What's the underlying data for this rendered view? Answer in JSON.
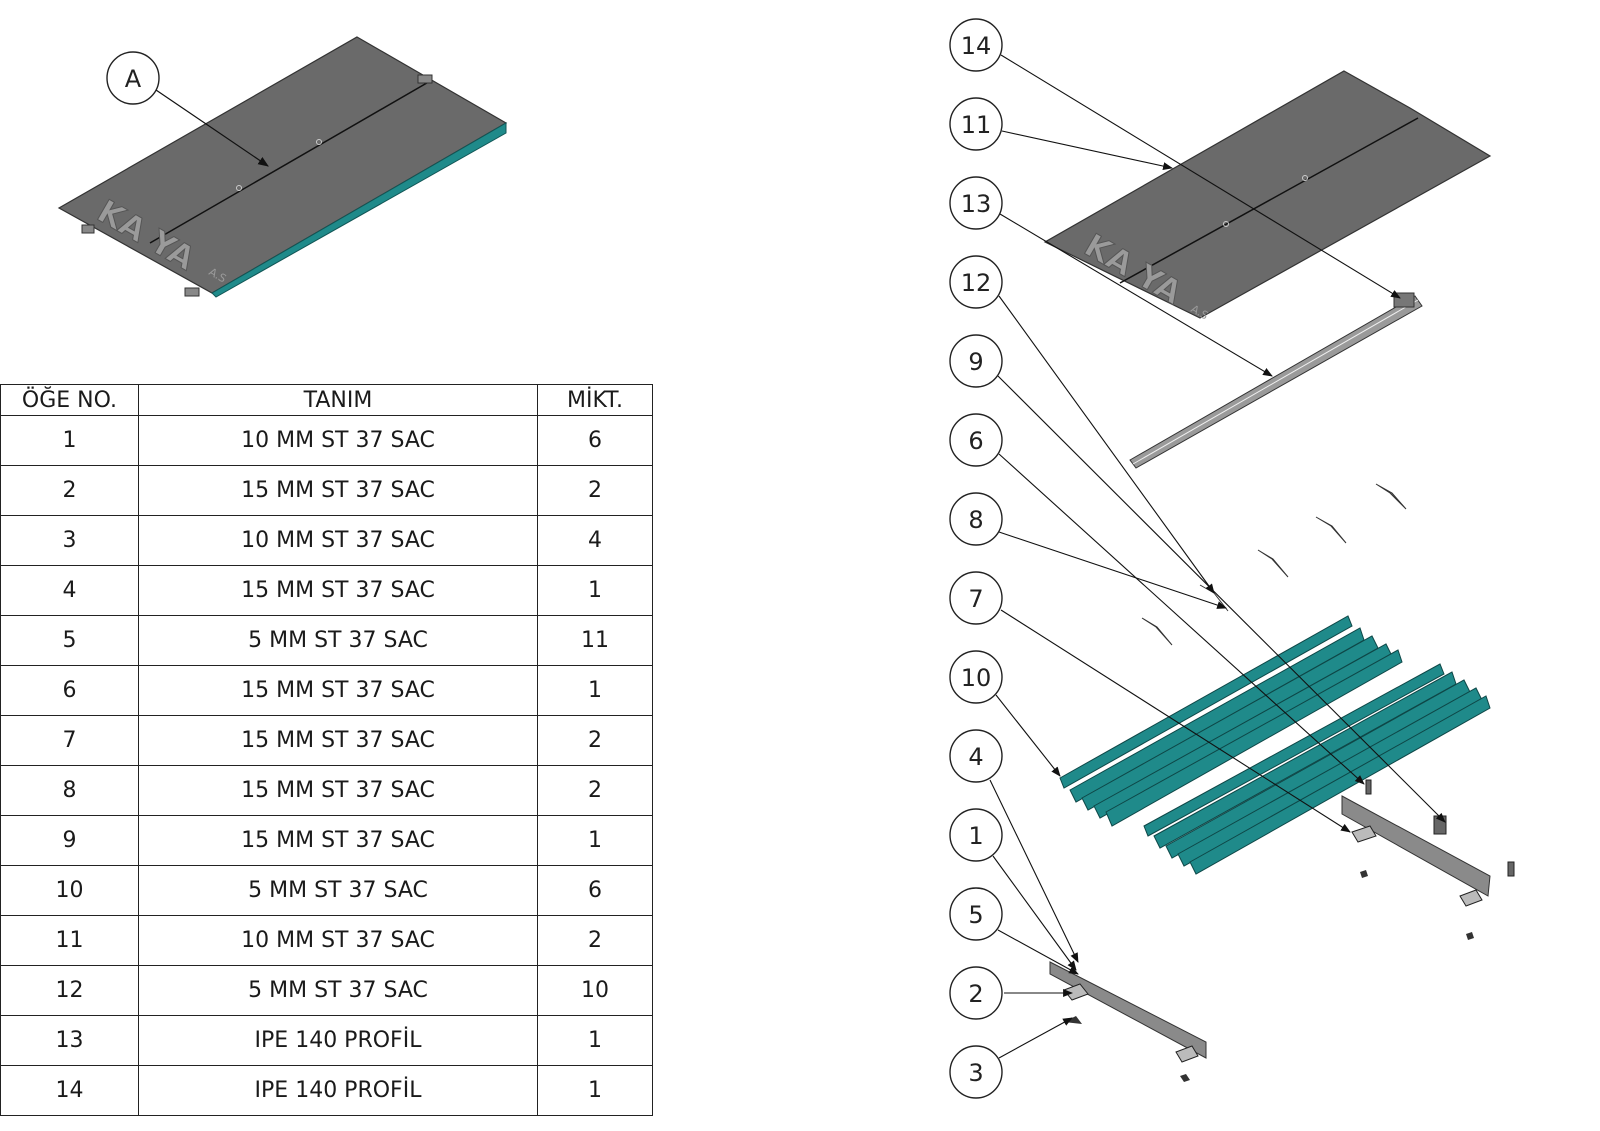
{
  "detail_label": "A",
  "brand": {
    "main": "KA YA",
    "suffix": "A.S"
  },
  "bom": {
    "headers": [
      "ÖĞE NO.",
      "TANIM",
      "MİKT."
    ],
    "rows": [
      [
        "1",
        "10 MM ST 37 SAC",
        "6"
      ],
      [
        "2",
        "15 MM ST 37 SAC",
        "2"
      ],
      [
        "3",
        "10 MM ST 37 SAC",
        "4"
      ],
      [
        "4",
        "15 MM ST 37 SAC",
        "1"
      ],
      [
        "5",
        "5 MM ST 37 SAC",
        "11"
      ],
      [
        "6",
        "15 MM ST 37 SAC",
        "1"
      ],
      [
        "7",
        "15 MM ST 37 SAC",
        "2"
      ],
      [
        "8",
        "15 MM ST 37 SAC",
        "2"
      ],
      [
        "9",
        "15 MM ST 37 SAC",
        "1"
      ],
      [
        "10",
        "5 MM ST 37 SAC",
        "6"
      ],
      [
        "11",
        "10 MM ST 37 SAC",
        "2"
      ],
      [
        "12",
        "5 MM ST 37 SAC",
        "10"
      ],
      [
        "13",
        "IPE 140 PROFİL",
        "1"
      ],
      [
        "14",
        "IPE 140 PROFİL",
        "1"
      ]
    ]
  },
  "balloons": [
    "14",
    "11",
    "13",
    "12",
    "9",
    "6",
    "8",
    "7",
    "10",
    "4",
    "1",
    "5",
    "2",
    "3"
  ],
  "colors": {
    "plate": "#6b6b6b",
    "plate_edge": "#3a3a3a",
    "channel": "#1f8a8a",
    "frame": "#808080"
  }
}
